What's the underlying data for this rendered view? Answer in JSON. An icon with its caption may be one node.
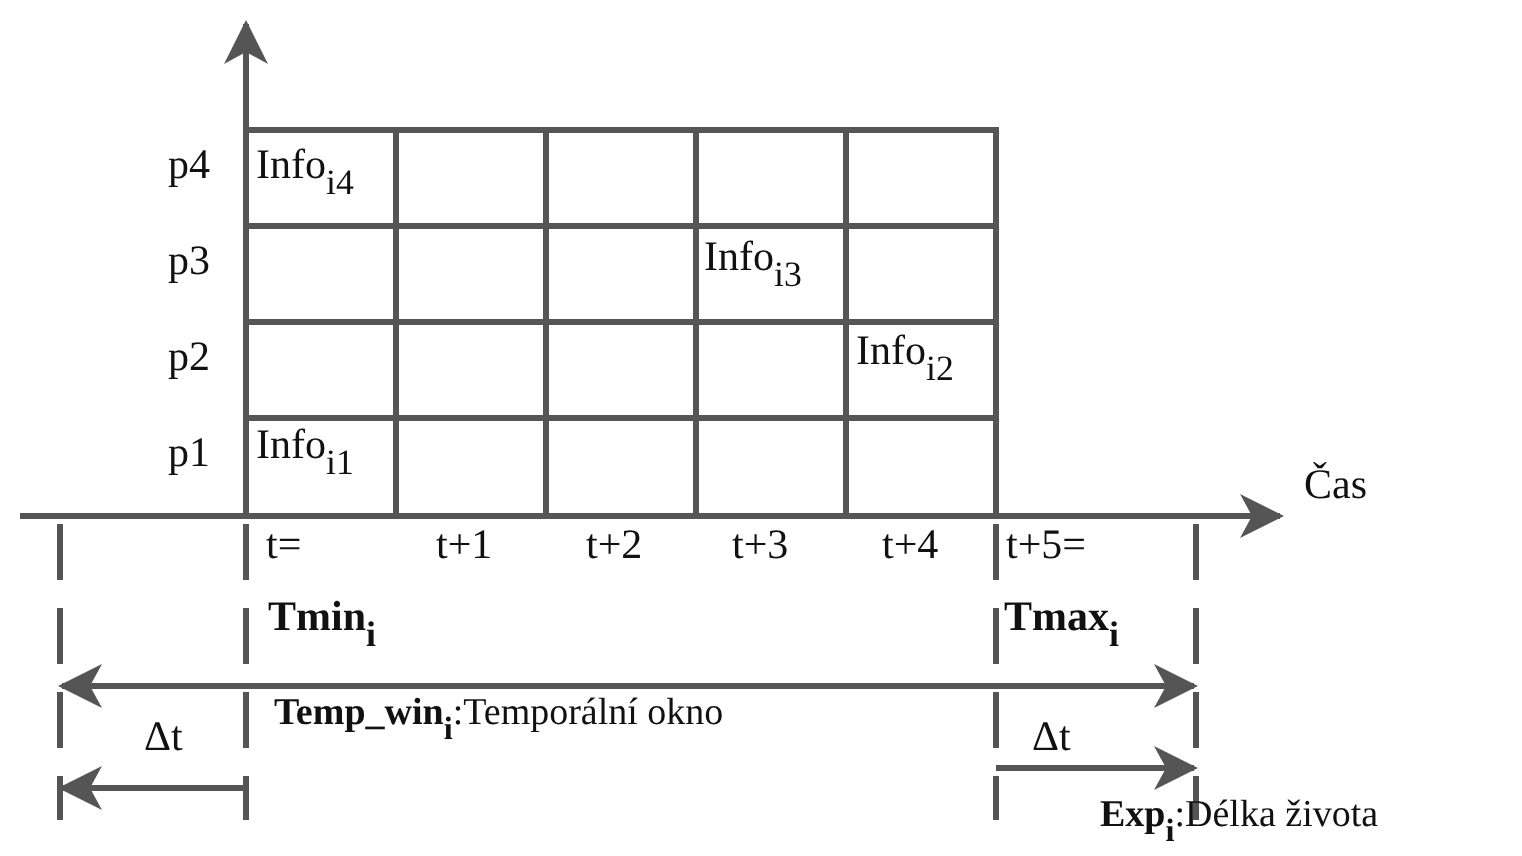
{
  "diagram": {
    "labels": [
      "p4",
      "Info$_{i4}$",
      "p3",
      "Info$_{i3}$",
      "p2",
      "Info$_{i2}$",
      "p1",
      "Info$_{i1}$",
      "Čas",
      "t=",
      "t+1",
      "t+2",
      "t+3",
      "t+4",
      "t+5=",
      "Tmin$_{i}$",
      "Tmax$_{i}$",
      "**Temp_win**$_{i}$:Temporální okno",
      "Δt",
      "Δt",
      "**Exp**$_{i}$:Délka života"
    ]
  }
}
